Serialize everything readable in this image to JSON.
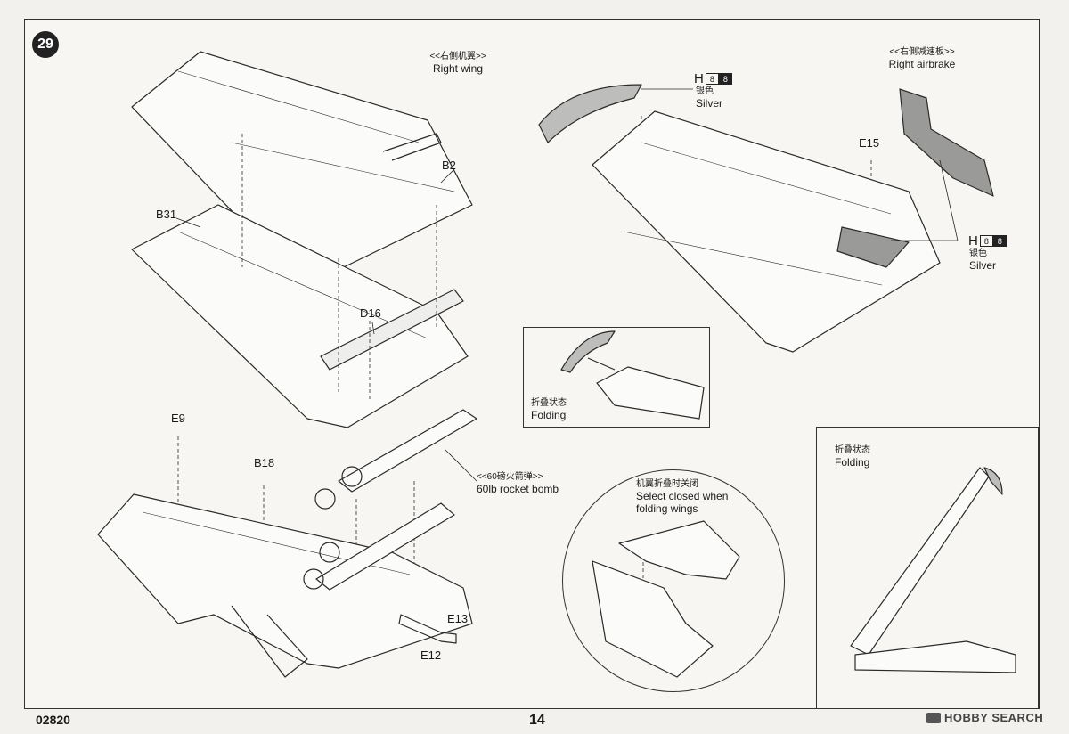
{
  "step_number": "29",
  "labels": {
    "right_wing_cn": "<<右側机翼>>",
    "right_wing_en": "Right wing",
    "right_airbrake_cn": "<<右側减速板>>",
    "right_airbrake_en": "Right airbrake",
    "rocket_cn": "<<60磅火箭弹>>",
    "rocket_en": "60lb rocket bomb",
    "folding_cn": "折叠状态",
    "folding_en": "Folding",
    "folding2_cn": "折叠状态",
    "folding2_en": "Folding",
    "select_closed_cn": "机翼折叠时关闭",
    "select_closed_en_1": "Select closed when",
    "select_closed_en_2": "folding wings"
  },
  "paint_callouts": [
    {
      "code": "H",
      "box1": "8",
      "box2": "8",
      "name_cn": "银色",
      "name_en": "Silver"
    },
    {
      "code": "H",
      "box1": "8",
      "box2": "8",
      "name_cn": "银色",
      "name_en": "Silver"
    }
  ],
  "parts": {
    "b2": "B2",
    "b31": "B31",
    "d16": "D16",
    "e9": "E9",
    "b18": "B18",
    "e12": "E12",
    "e13": "E13",
    "e15": "E15"
  },
  "footer": {
    "kit_number": "02820",
    "page_number": "14",
    "watermark": "HOBBY SEARCH"
  }
}
